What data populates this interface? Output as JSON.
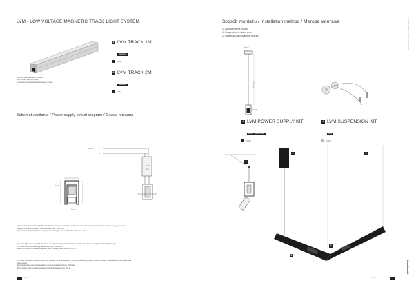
{
  "left": {
    "title": "LVM - LOW VOLTAGE MAGNETIC TRACK LIGHT SYSTEM",
    "note": [
      "Zestaw zasilania brak w zestawie",
      "Set includes a leveling strip",
      "В комплект входит выравнивающая планка"
    ],
    "products": [
      {
        "badge": "2",
        "name": "LVM TRACK 1M",
        "tag": "aluminium",
        "code": "10082"
      },
      {
        "badge": "3",
        "name": "LVM TRACK 2M",
        "tag": "aluminium",
        "code": "10083"
      }
    ],
    "supply_title": "Schemat zasilania / Power supply circuit diagram / Схема питания",
    "circuit": {
      "supply": "~230V",
      "L": "L",
      "N": "N",
      "driver_line1": "48V",
      "driver_line2": "DC"
    },
    "dim_labels": {
      "top": "45 mm",
      "side": "50 mm",
      "height": "6 mm",
      "bottom": "28 mm"
    },
    "paragraphs": [
      [
        "System szynoprzewodowy (LVM) należy równomiernie obciążyć elektrycznie oraz równomiernie rozmieścić oprawy na jego długości.",
        "Zalecany dystans pomiędzy mocowaniami max. 1000 mm.",
        "Maksymalna długość systemu szynoprzewodowego z jednego źródła zasilania - 20 m."
      ],
      [
        "The track light system (LVM) should be evenly electrically loaded and the fittings should be evenly placed along its length.",
        "The recommended fastening distance is max. 1000 mm.",
        "Maximum length of track light system with a single power source is 20 m."
      ],
      [
        "Система трекового освещения (LVM) должна быть равномерно электрически нагружена, а светильники - равномерно распределены",
        "по ее длине.",
        "Рекомендуемое расстояние между креплениями не более 1000 мм.",
        "Допустимая макс. длина системы трекового освещения - 20 м."
      ]
    ],
    "footer": "02 | 03"
  },
  "right": {
    "install_title": "Sposób montażu / Installation method / Метода монтажа",
    "install_list": [
      "1. Zwieszenie na linkach",
      "1. Suspended on steel wires",
      "1. Подвеска на стальных тросах"
    ],
    "dim_labels": {
      "top": "58 mm",
      "wire": "1500 mm",
      "body": "35 mm"
    },
    "products": [
      {
        "badge": "4",
        "name": "LVM POWER SUPPLY KIT",
        "tag": "anodic , painted steel",
        "code": "10087",
        "swatch": "#222222"
      },
      {
        "badge": "4",
        "name": "LVM SUSPENSION KIT",
        "tag": "steel",
        "code": "10078",
        "swatch": "#bdbdbd"
      }
    ],
    "callouts": [
      "4",
      "2",
      "3",
      "5",
      "6"
    ],
    "vertical_caption": "LVM TRACK LIGHT SYSTEM",
    "brand": "Nowodvorski",
    "footer": "LVM | 24"
  }
}
